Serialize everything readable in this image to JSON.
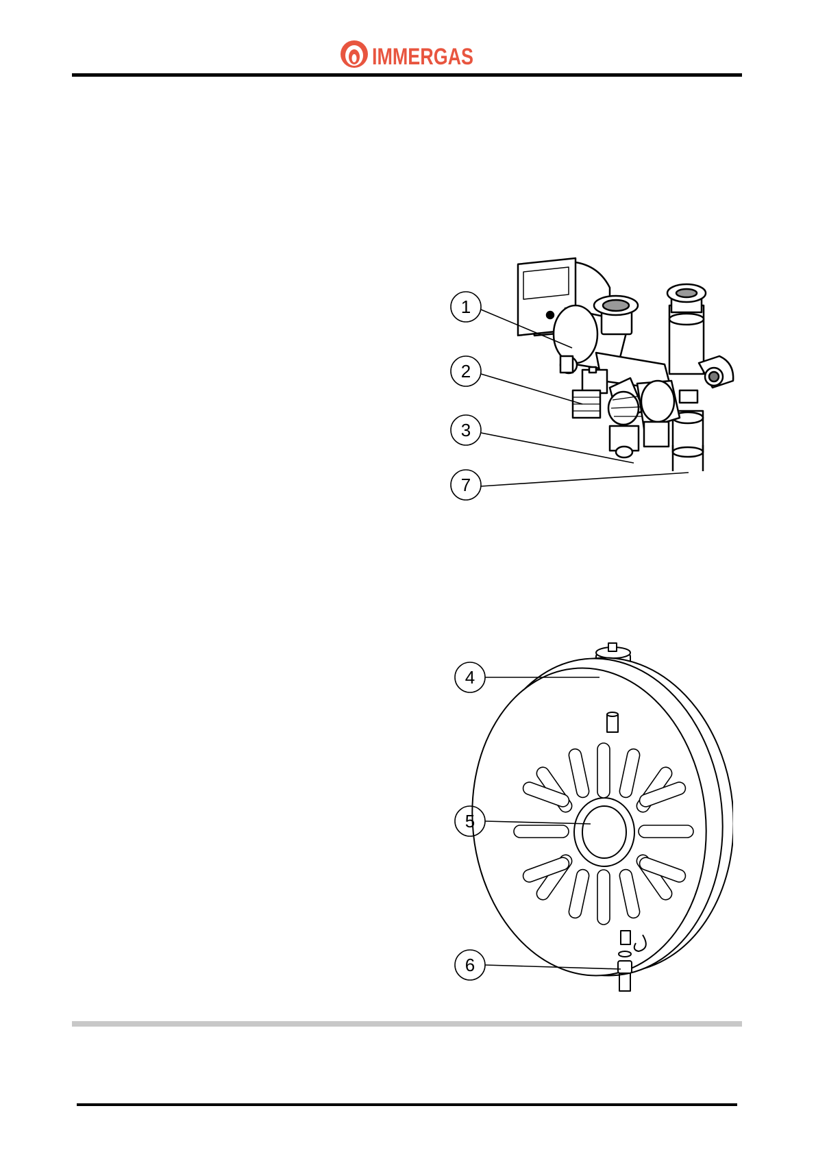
{
  "header": {
    "brand": "IMMERGAS",
    "brand_color": "#e8553f"
  },
  "figure_top": {
    "callouts": [
      "1",
      "2",
      "3",
      "7"
    ]
  },
  "figure_bottom": {
    "callouts": [
      "4",
      "5",
      "6"
    ]
  }
}
